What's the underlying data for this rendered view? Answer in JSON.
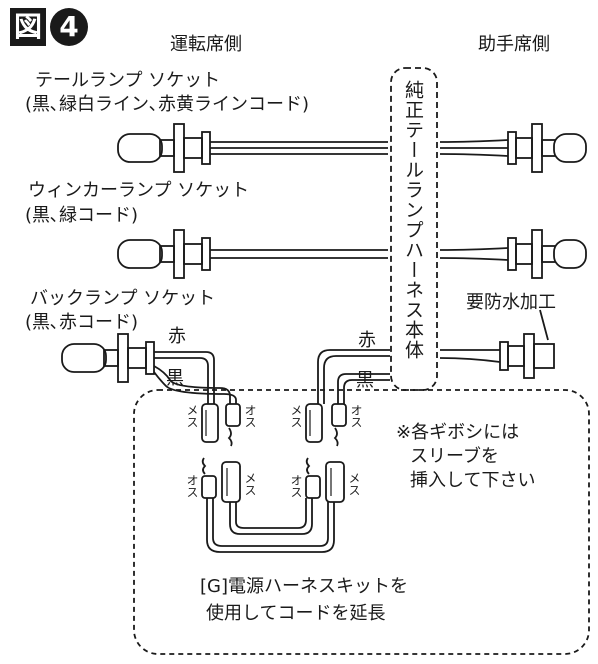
{
  "figure": {
    "badge": "図",
    "number": "4"
  },
  "headers": {
    "driver_side": "運転席側",
    "passenger_side": "助手席側"
  },
  "sockets": {
    "tail": {
      "line1": "テールランプ ソケット",
      "line2": "(黒､緑白ライン､赤黄ラインコード)"
    },
    "winker": {
      "line1": "ウィンカーランプ ソケット",
      "line2": "(黒､緑コード)"
    },
    "back": {
      "line1": "バックランプ ソケット",
      "line2": "(黒､赤コード)"
    }
  },
  "harness_label": "純正テールランプハーネス本体",
  "waterproof_label": "要防水加工",
  "wire_labels": {
    "red_left": "赤",
    "black_left": "黒",
    "red_right": "赤",
    "black_right": "黒"
  },
  "terminals": {
    "female": "メス",
    "male": "オス"
  },
  "notes": {
    "sleeve": [
      "※各ギボシには",
      "スリーブを",
      "挿入して下さい"
    ],
    "kit": [
      "[G]電源ハーネスキットを",
      "使用してコードを延長"
    ]
  }
}
